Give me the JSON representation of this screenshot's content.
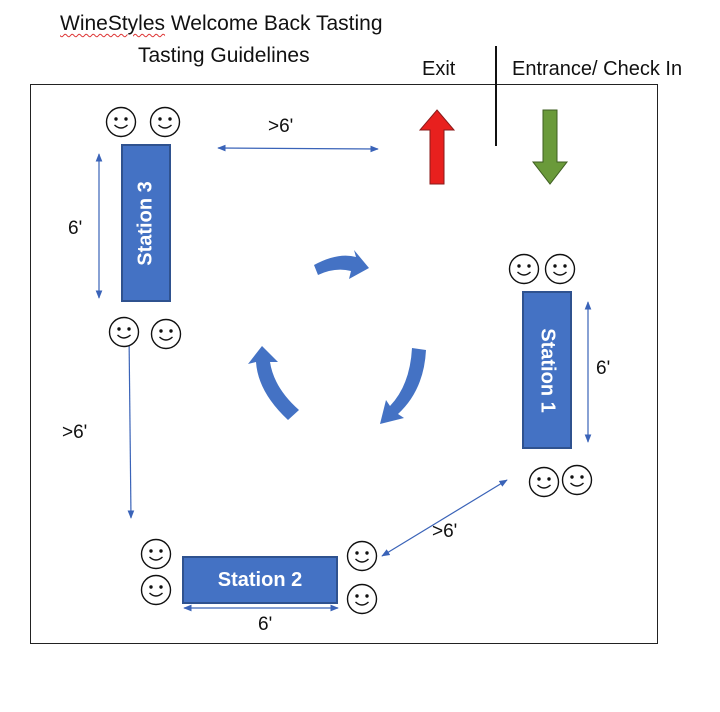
{
  "title": {
    "line1_brand": "WineStyles",
    "line1_rest": " Welcome Back Tasting",
    "line2": "Tasting Guidelines"
  },
  "doors": {
    "exit_label": "Exit",
    "entrance_label": "Entrance/ Check In"
  },
  "stations": {
    "station1": "Station 1",
    "station2": "Station 2",
    "station3": "Station 3"
  },
  "dimensions": {
    "station3_length": "6'",
    "station1_length": "6'",
    "station2_length": "6'",
    "gap_station3_to_exit": ">6'",
    "gap_station3_to_station2": ">6'",
    "gap_station2_to_station1": ">6'"
  },
  "colors": {
    "station_fill": "#4472c4",
    "exit_arrow": "#e8201e",
    "entrance_arrow": "#6a9a3a",
    "flow_arrows": "#4472c4",
    "dimension_lines": "#3a63b8"
  },
  "icons": {
    "face": "smiley-face-icon",
    "exit": "up-arrow-icon",
    "entrance": "down-arrow-icon",
    "flow": "circular-flow-arrows-icon"
  }
}
